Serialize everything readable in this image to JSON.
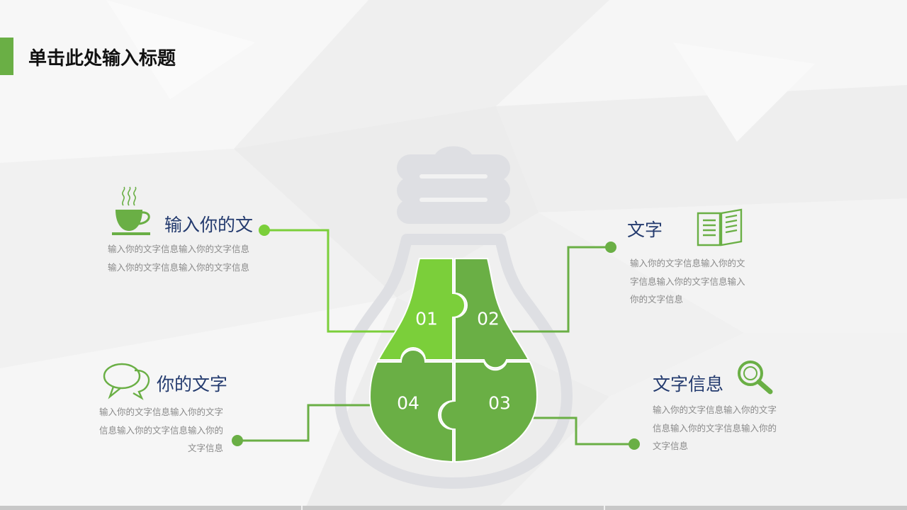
{
  "title": "单击此处输入标题",
  "colors": {
    "accent": "#6aaf45",
    "light_green": "#7bcf3a",
    "heading": "#233a6e",
    "bulb_gray": "#dedfe3",
    "body_text": "#8a8a8a"
  },
  "bulb": {
    "pieces": [
      {
        "label": "01"
      },
      {
        "label": "02"
      },
      {
        "label": "03"
      },
      {
        "label": "04"
      }
    ]
  },
  "items": [
    {
      "heading": "输入你的文",
      "icon": "coffee-cup-icon",
      "text": "输入你的文字信息输入你的文字信息输入你的文字信息输入你的文字信息"
    },
    {
      "heading": "文字",
      "icon": "book-icon",
      "text": "输入你的文字信息输入你的文字信息输入你的文字信息输入你的文字信息"
    },
    {
      "heading": "你的文字",
      "icon": "chat-bubbles-icon",
      "text": "输入你的文字信息输入你的文字信息输入你的文字信息输入你的文字信息"
    },
    {
      "heading": "文字信息",
      "icon": "magnifier-icon",
      "text": "输入你的文字信息输入你的文字信息输入你的文字信息输入你的文字信息"
    }
  ]
}
